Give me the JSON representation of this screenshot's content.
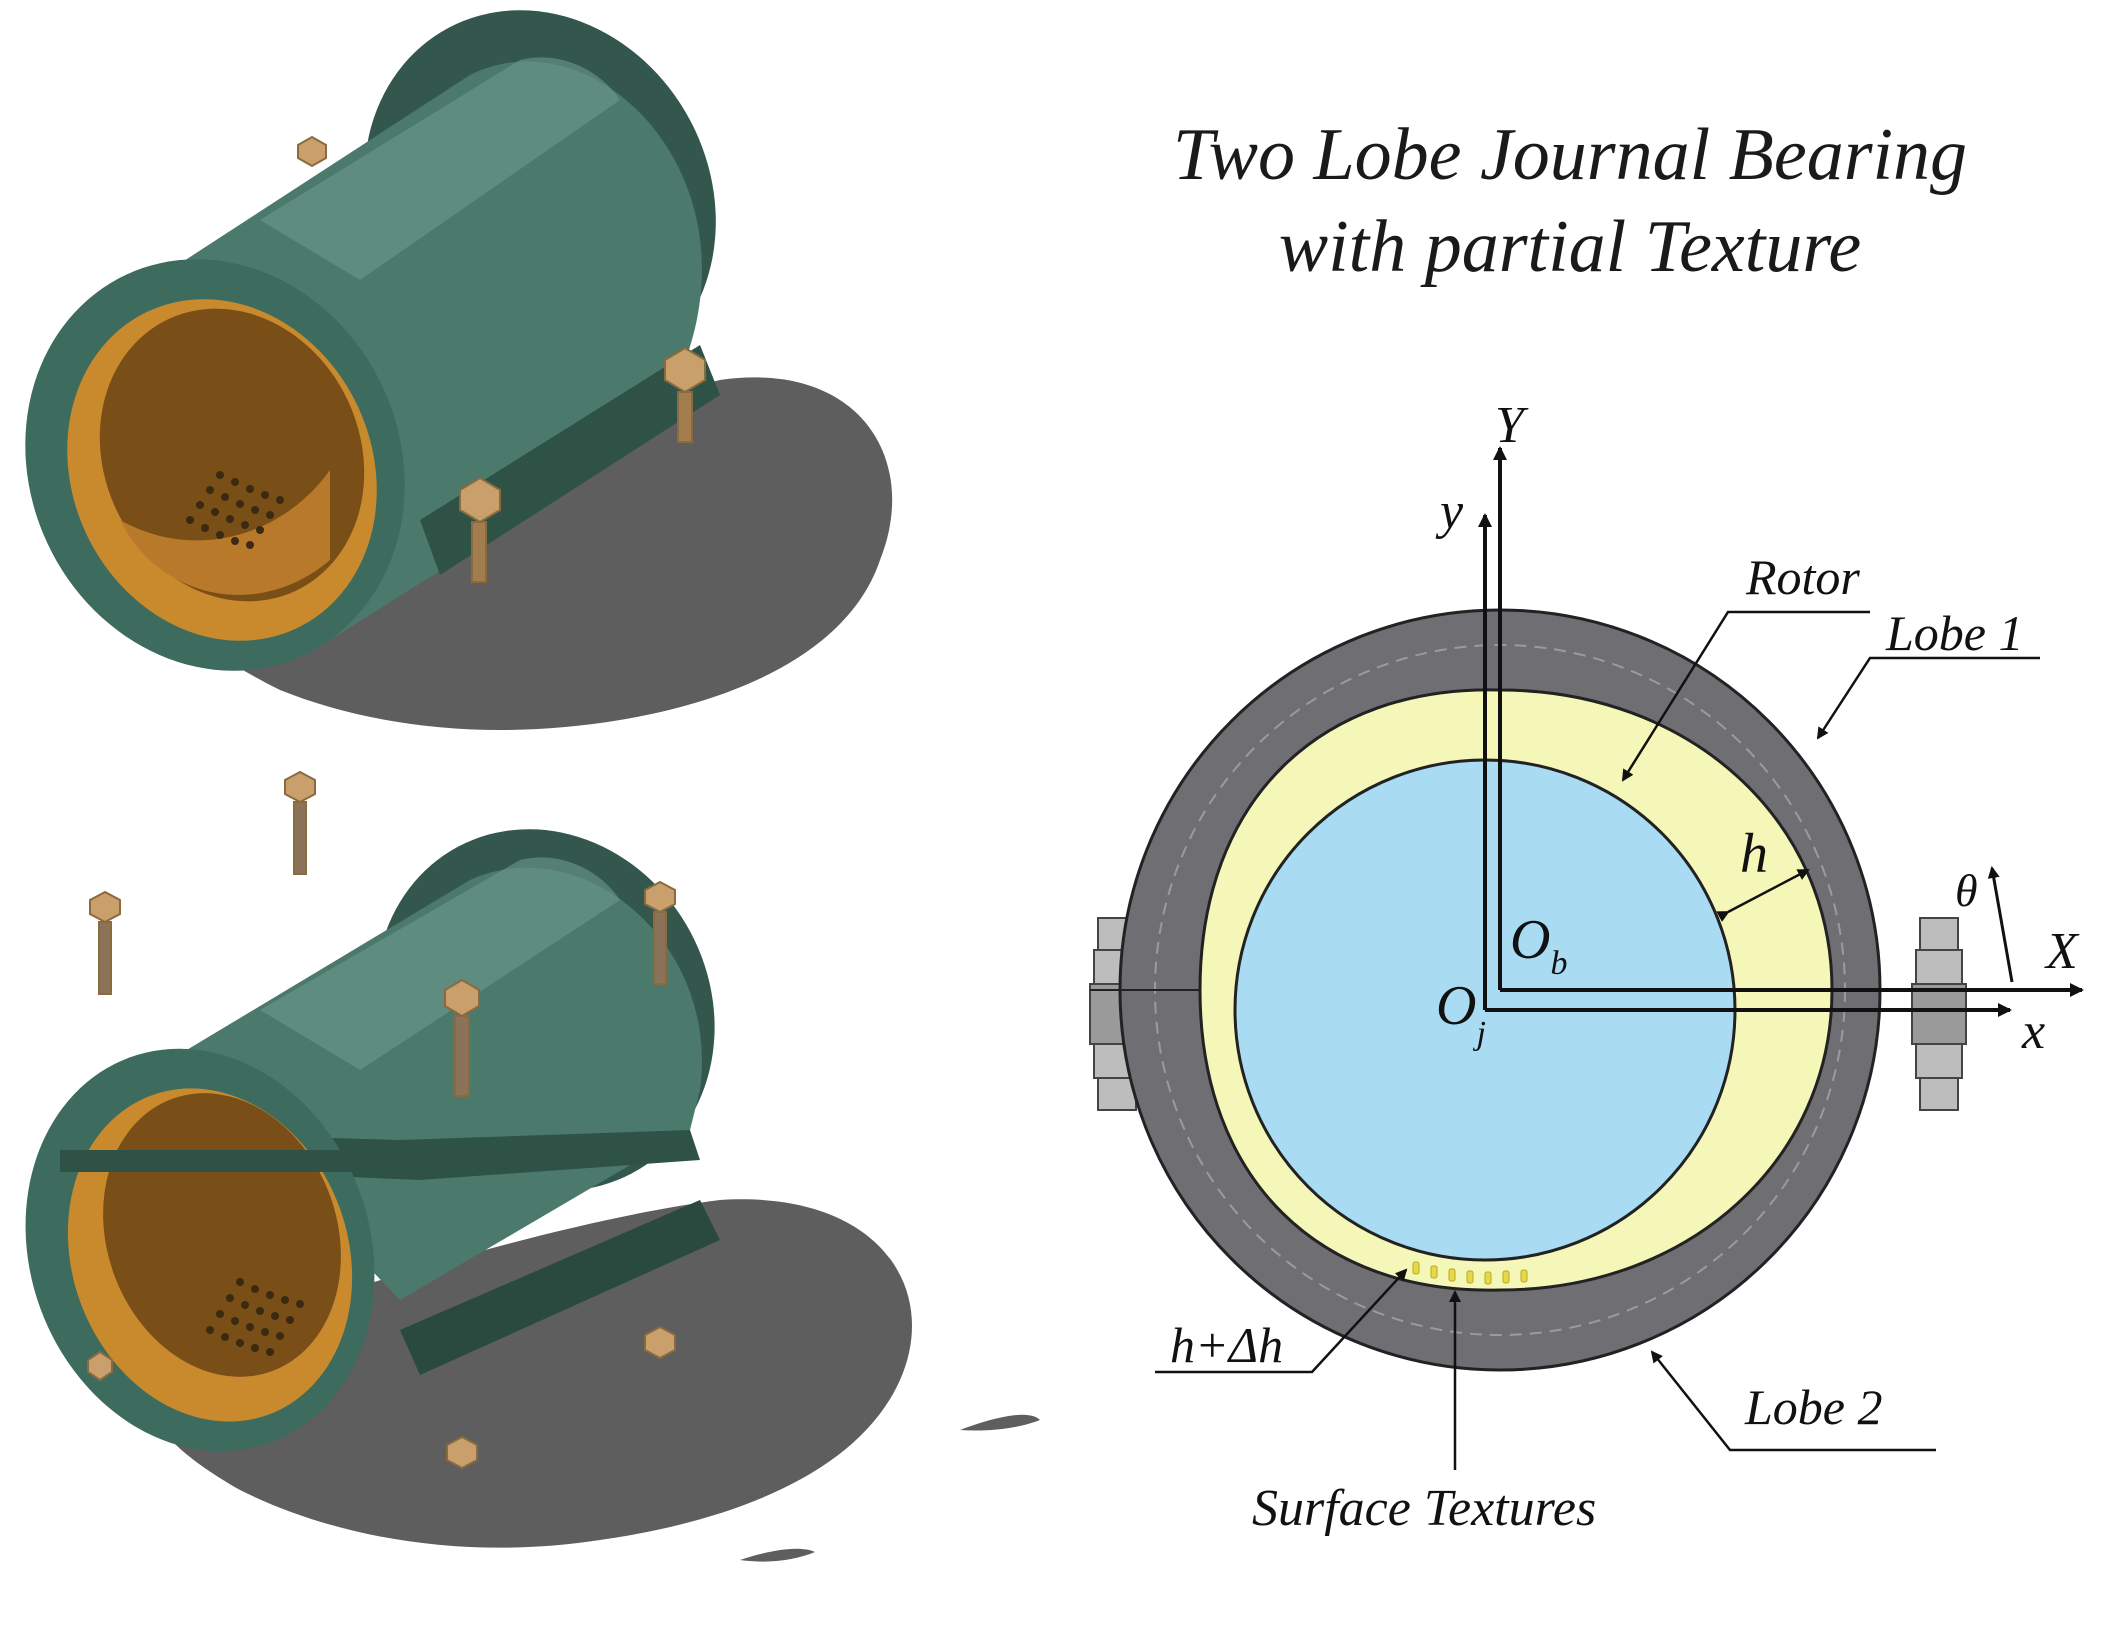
{
  "title": {
    "line1": "Two Lobe Journal Bearing",
    "line2": "with partial Texture"
  },
  "labels": {
    "Y": "Y",
    "y": "y",
    "X": "X",
    "x": "x",
    "theta": "θ",
    "h": "h",
    "O": "O",
    "b_sub": "b",
    "j_sub": "j",
    "rotor": "Rotor",
    "lobe1": "Lobe 1",
    "lobe2": "Lobe 2",
    "h_delta": "h+Δh",
    "surface_textures": "Surface Textures"
  },
  "colors": {
    "housing": "#6e6e73",
    "clearance": "#f5f7b8",
    "rotor": "#a9dcf3",
    "bearing_body": "#3d6b5e",
    "bearing_highlight": "#5f8f82",
    "liner": "#c98a2e",
    "bolt": "#c9a06c",
    "shadow": "#5a5a5a",
    "texture_dots": "#e6d84a"
  }
}
